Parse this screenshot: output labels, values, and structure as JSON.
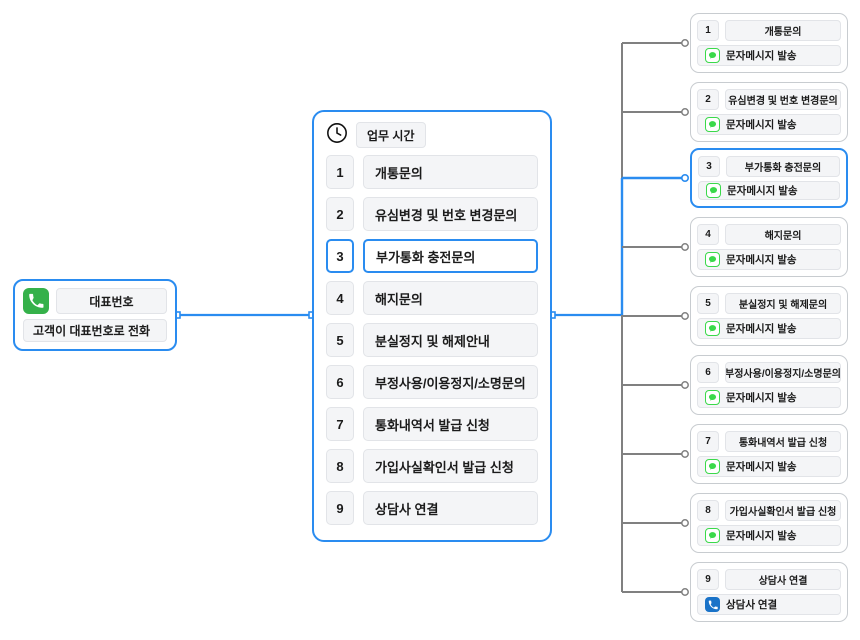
{
  "root": {
    "icon": "phone-green-icon",
    "title": "대표번호",
    "subtitle": "고객이 대표번호로 전화",
    "accent": "#2a8cf0"
  },
  "menu": {
    "clock_icon": "clock-icon",
    "header_label": "업무 시간",
    "selected_index": 3,
    "rows": [
      {
        "num": "1",
        "label": "개통문의"
      },
      {
        "num": "2",
        "label": "유심변경 및 번호 변경문의"
      },
      {
        "num": "3",
        "label": "부가통화 충전문의"
      },
      {
        "num": "4",
        "label": "해지문의"
      },
      {
        "num": "5",
        "label": "분실정지 및 해제안내"
      },
      {
        "num": "6",
        "label": "부정사용/이용정지/소명문의"
      },
      {
        "num": "7",
        "label": "통화내역서 발급 신청"
      },
      {
        "num": "8",
        "label": "가입사실확인서 발급 신청"
      },
      {
        "num": "9",
        "label": "상담사 연결"
      }
    ]
  },
  "leaves": [
    {
      "num": "1",
      "title": "개통문의",
      "action": "문자메시지 발송",
      "icon": "message-icon",
      "selected": false
    },
    {
      "num": "2",
      "title": "유심변경 및 번호 변경문의",
      "action": "문자메시지 발송",
      "icon": "message-icon",
      "selected": false
    },
    {
      "num": "3",
      "title": "부가통화 충전문의",
      "action": "문자메시지 발송",
      "icon": "message-icon",
      "selected": true
    },
    {
      "num": "4",
      "title": "해지문의",
      "action": "문자메시지 발송",
      "icon": "message-icon",
      "selected": false
    },
    {
      "num": "5",
      "title": "분실정지 및 해제문의",
      "action": "문자메시지 발송",
      "icon": "message-icon",
      "selected": false
    },
    {
      "num": "6",
      "title": "부정사용/이용정지/소명문의",
      "action": "문자메시지 발송",
      "icon": "message-icon",
      "selected": false
    },
    {
      "num": "7",
      "title": "통화내역서 발급 신청",
      "action": "문자메시지 발송",
      "icon": "message-icon",
      "selected": false
    },
    {
      "num": "8",
      "title": "가입사실확인서 발급 신청",
      "action": "문자메시지 발송",
      "icon": "message-icon",
      "selected": false
    },
    {
      "num": "9",
      "title": "상담사 연결",
      "action": "상담사 연결",
      "icon": "phone-blue-icon",
      "selected": false
    }
  ],
  "colors": {
    "accent_blue": "#2a8cf0",
    "wire_gray": "#808080",
    "icon_green": "#35b14a",
    "icon_blue": "#1a73c8",
    "msg_green": "#3ad94a"
  }
}
